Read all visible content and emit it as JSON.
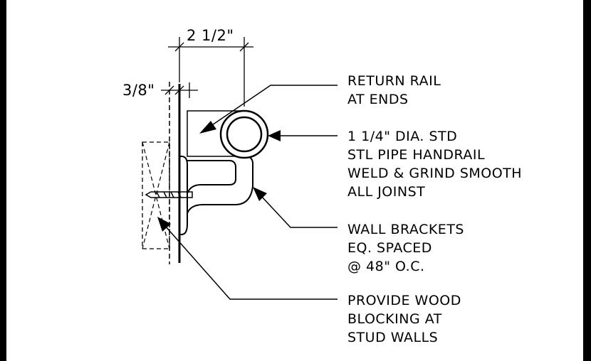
{
  "dimensions": {
    "width_label": "2 1/2\"",
    "offset_label": "3/8\""
  },
  "callouts": {
    "return_rail": [
      "RETURN RAIL",
      "AT ENDS"
    ],
    "pipe_handrail": [
      "1 1/4\" DIA. STD",
      "STL PIPE HANDRAIL",
      "WELD & GRIND SMOOTH",
      "ALL JOINST"
    ],
    "wall_brackets": [
      "WALL BRACKETS",
      "EQ. SPACED",
      "@ 48\" O.C."
    ],
    "wood_blocking": [
      "PROVIDE WOOD",
      "BLOCKING AT",
      "STUD WALLS"
    ]
  }
}
